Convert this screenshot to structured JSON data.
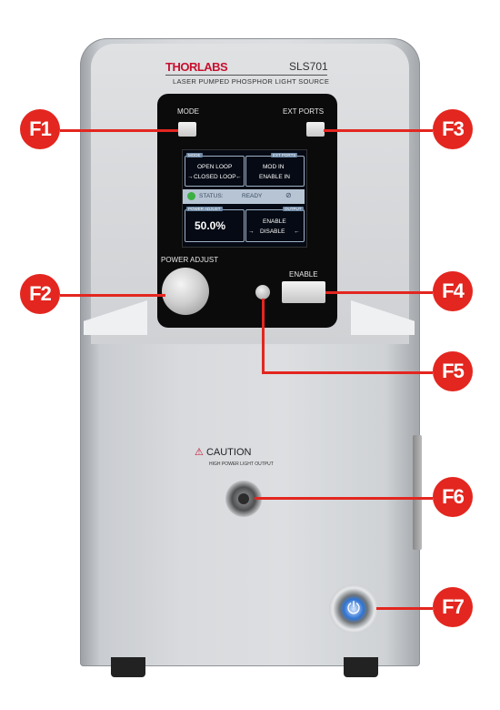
{
  "device": {
    "brand": "THORLABS",
    "model": "SLS701",
    "subtitle": "LASER PUMPED PHOSPHOR LIGHT SOURCE"
  },
  "panel": {
    "mode_label": "MODE",
    "ext_ports_label": "EXT PORTS",
    "power_adjust_label": "POWER ADJUST",
    "enable_label": "ENABLE"
  },
  "lcd": {
    "mode_section": "MODE",
    "mode_options": [
      "OPEN LOOP",
      "CLOSED LOOP"
    ],
    "ext_ports_section": "EXT PORTS",
    "ext_ports_options": [
      "MOD IN",
      "ENABLE IN"
    ],
    "status_label": "STATUS:",
    "status_value": "READY",
    "power_section": "POWER ADJUST",
    "power_value": "50.0%",
    "output_section": "OUTPUT",
    "output_options": [
      "ENABLE",
      "DISABLE"
    ]
  },
  "caution": {
    "title": "CAUTION",
    "subtitle": "HIGH POWER LIGHT OUTPUT"
  },
  "callouts": [
    "F1",
    "F2",
    "F3",
    "F4",
    "F5",
    "F6",
    "F7"
  ],
  "colors": {
    "callout_red": "#e3261f",
    "brand_red": "#c8102e",
    "power_led_blue": "#2f74d4"
  }
}
